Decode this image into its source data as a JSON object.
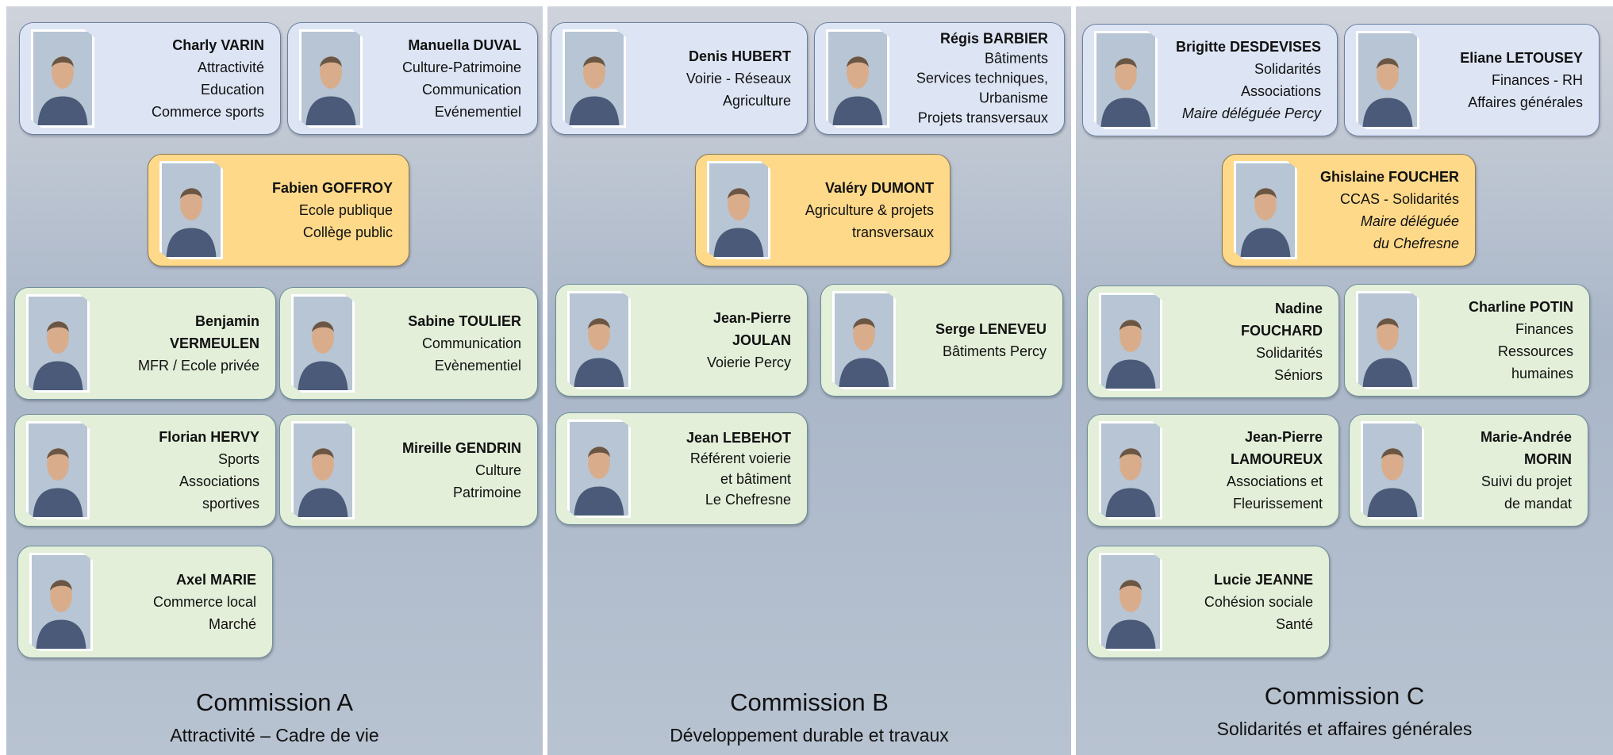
{
  "commissions": [
    {
      "title": "Commission A",
      "subtitle": "Attractivité – Cadre de vie",
      "members": [
        {
          "lines": [
            "Charly VARIN",
            "Attractivité",
            "Education",
            "Commerce sports"
          ]
        },
        {
          "lines": [
            "Manuella DUVAL",
            "Culture-Patrimoine",
            "Communication",
            "Evénementiel"
          ]
        },
        {
          "lines": [
            "Fabien GOFFROY",
            "Ecole publique",
            "Collège public"
          ]
        },
        {
          "lines": [
            "Benjamin",
            "VERMEULEN",
            "MFR / Ecole privée"
          ]
        },
        {
          "lines": [
            "Sabine TOULIER",
            "Communication",
            "Evènementiel"
          ]
        },
        {
          "lines": [
            "Florian HERVY",
            "Sports",
            "Associations",
            "sportives"
          ]
        },
        {
          "lines": [
            "Mireille GENDRIN",
            "Culture",
            "Patrimoine"
          ]
        },
        {
          "lines": [
            "Axel MARIE",
            "Commerce local",
            "Marché"
          ]
        }
      ]
    },
    {
      "title": "Commission B",
      "subtitle": "Développement durable et travaux",
      "members": [
        {
          "lines": [
            "Denis HUBERT",
            "Voirie - Réseaux",
            "Agriculture"
          ]
        },
        {
          "lines": [
            "Régis BARBIER",
            "Bâtiments",
            "Services techniques,",
            "Urbanisme",
            "Projets transversaux"
          ]
        },
        {
          "lines": [
            "Valéry DUMONT",
            "Agriculture & projets",
            "transversaux"
          ]
        },
        {
          "lines": [
            "Jean-Pierre",
            "JOULAN",
            "Voierie Percy"
          ]
        },
        {
          "lines": [
            "Serge LENEVEU",
            "Bâtiments Percy"
          ]
        },
        {
          "lines": [
            "Jean LEBEHOT",
            "Référent voierie",
            "et bâtiment",
            "Le Chefresne"
          ]
        }
      ]
    },
    {
      "title": "Commission C",
      "subtitle": "Solidarités et affaires générales",
      "members": [
        {
          "lines": [
            "Brigitte DESDEVISES",
            "Solidarités",
            "Associations",
            "Maire déléguée Percy"
          ]
        },
        {
          "lines": [
            "Eliane LETOUSEY",
            "Finances - RH",
            "Affaires générales"
          ]
        },
        {
          "lines": [
            "Ghislaine FOUCHER",
            "CCAS - Solidarités",
            "Maire déléguée",
            "du Chefresne"
          ]
        },
        {
          "lines": [
            "Nadine",
            "FOUCHARD",
            "Solidarités",
            "Séniors"
          ]
        },
        {
          "lines": [
            "Charline POTIN",
            "Finances",
            "Ressources",
            "humaines"
          ]
        },
        {
          "lines": [
            "Jean-Pierre",
            "LAMOUREUX",
            "Associations et",
            "Fleurissement"
          ]
        },
        {
          "lines": [
            "Marie-Andrée",
            "MORIN",
            "Suivi du projet",
            "de mandat"
          ]
        },
        {
          "lines": [
            "Lucie JEANNE",
            "Cohésion sociale",
            "Santé"
          ]
        }
      ]
    }
  ],
  "colors": {
    "card_blue": "#dde5f5",
    "card_gold": "#ffd98a",
    "card_green": "#e3efd9",
    "panel_top": "#cfd3db",
    "panel_bottom": "#b8c3d1"
  },
  "photo_icon": "person-portrait-icon"
}
